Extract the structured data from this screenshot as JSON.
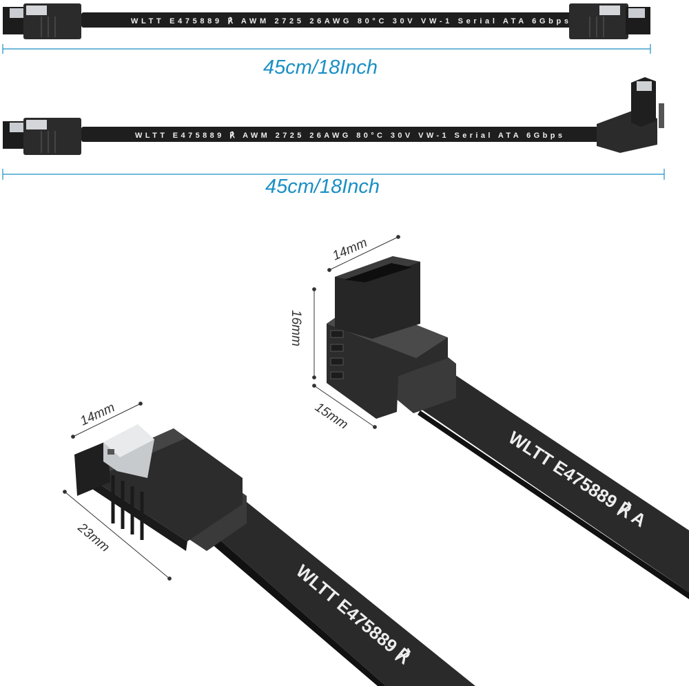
{
  "colors": {
    "accent": "#1a8fc4",
    "connector": "#2b2b2b",
    "cable": "#1e1e1e",
    "metal": "#c9ccd0",
    "background": "#ffffff"
  },
  "cable_straight": {
    "print": "WLTT  E475889  ℟ AWM  2725  26AWG  80°C  30V  VW-1  Serial  ATA  6Gbps",
    "length_label": "45cm/18Inch"
  },
  "cable_right_angle": {
    "print": "WLTT  E475889  ℟ AWM  2725  26AWG  80°C  30V  VW-1  Serial  ATA  6Gbps",
    "length_label": "45cm/18Inch"
  },
  "closeup_angled": {
    "width_label": "14mm",
    "height_label": "16mm",
    "depth_label": "15mm",
    "cable_print": "WLTT   E475889  ℟  A"
  },
  "closeup_straight": {
    "width_label": "14mm",
    "length_label": "23mm",
    "cable_print": "WLTT   E475889  ℟"
  }
}
